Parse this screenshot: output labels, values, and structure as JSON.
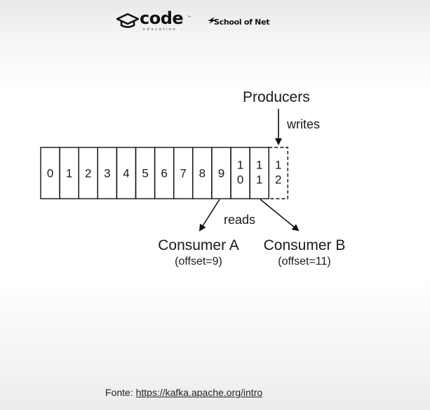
{
  "header": {
    "code_logo": "code",
    "code_logo_sub": "education",
    "code_logo_tm": "™",
    "school_logo": "School of Net"
  },
  "diagram": {
    "producers_label": "Producers",
    "writes_label": "writes",
    "reads_label": "reads",
    "cells": [
      "0",
      "1",
      "2",
      "3",
      "4",
      "5",
      "6",
      "7",
      "8",
      "9",
      "1\n0",
      "1\n1"
    ],
    "pending_cell": "1\n2",
    "consumers": [
      {
        "name": "Consumer A",
        "offset_label": "(offset=9)",
        "offset": 9
      },
      {
        "name": "Consumer B",
        "offset_label": "(offset=11)",
        "offset": 11
      }
    ]
  },
  "footer": {
    "source_prefix": "Fonte: ",
    "source_link": "https://kafka.apache.org/intro"
  }
}
